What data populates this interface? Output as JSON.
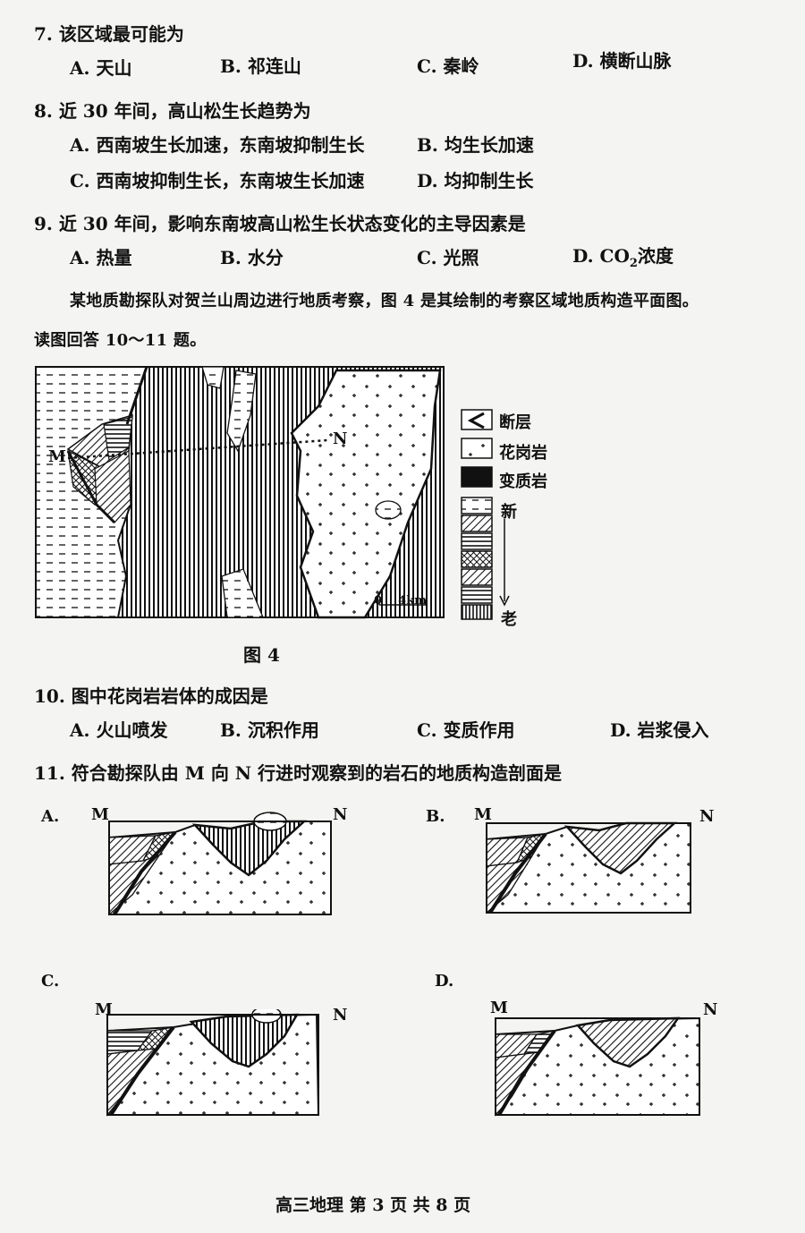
{
  "q7": {
    "stem": "7. 该区域最可能为",
    "a": "A. 天山",
    "b": "B. 祁连山",
    "c": "C. 秦岭",
    "d": "D. 横断山脉"
  },
  "q8": {
    "stem": "8. 近 30 年间，高山松生长趋势为",
    "a": "A. 西南坡生长加速，东南坡抑制生长",
    "b": "B. 均生长加速",
    "c": "C. 西南坡抑制生长，东南坡生长加速",
    "d": "D. 均抑制生长"
  },
  "q9": {
    "stem": "9. 近 30 年间，影响东南坡高山松生长状态变化的主导因素是",
    "a": "A. 热量",
    "b": "B. 水分",
    "c": "C. 光照",
    "d_prefix": "D. CO",
    "d_sub": "2",
    "d_suffix": "浓度"
  },
  "intro": {
    "line1": "某地质勘探队对贺兰山周边进行地质考察，图 4 是其绘制的考察区域地质构造平面图。",
    "line2": "读图回答 10～11 题。"
  },
  "figure4": {
    "caption": "图 4",
    "m_label": "M",
    "n_label": "N",
    "scale": "0    4km",
    "legend": {
      "fault": "断层",
      "granite": "花岗岩",
      "meta": "变质岩",
      "new": "新",
      "old": "老"
    }
  },
  "q10": {
    "stem": "10. 图中花岗岩岩体的成因是",
    "a": "A. 火山喷发",
    "b": "B. 沉积作用",
    "c": "C. 变质作用",
    "d": "D. 岩浆侵入"
  },
  "q11": {
    "stem": "11. 符合勘探队由 M 向 N 行进时观察到的岩石的地质构造剖面是",
    "a": "A.",
    "b": "B.",
    "c": "C.",
    "d": "D.",
    "m": "M",
    "n": "N"
  },
  "footer": "高三地理   第 3 页   共 8 页"
}
